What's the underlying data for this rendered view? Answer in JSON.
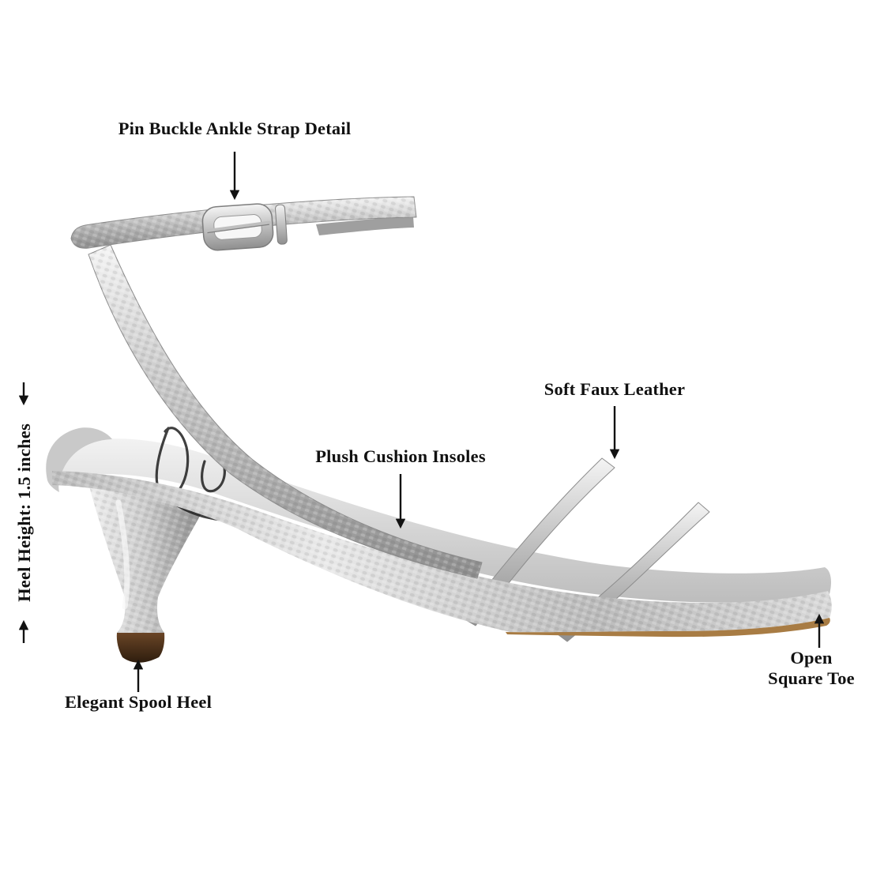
{
  "colors": {
    "background": "#ffffff",
    "text": "#111111",
    "arrow": "#121212",
    "silver_light": "#f2f2f2",
    "silver_mid": "#c6c6c6",
    "silver_dark": "#8f8f8f",
    "insole_light": "#f0f0f0",
    "heel_tip_brown": "#3c2410",
    "outsole_tan": "#a87c44"
  },
  "annotations": {
    "ankle_strap": "Pin Buckle Ankle Strap Detail",
    "faux_leather": "Soft Faux Leather",
    "insoles": "Plush Cushion Insoles",
    "heel_height": "Heel Height: 1.5 inches",
    "spool_heel": "Elegant Spool Heel",
    "square_toe_line1": "Open",
    "square_toe_line2": "Square Toe"
  }
}
